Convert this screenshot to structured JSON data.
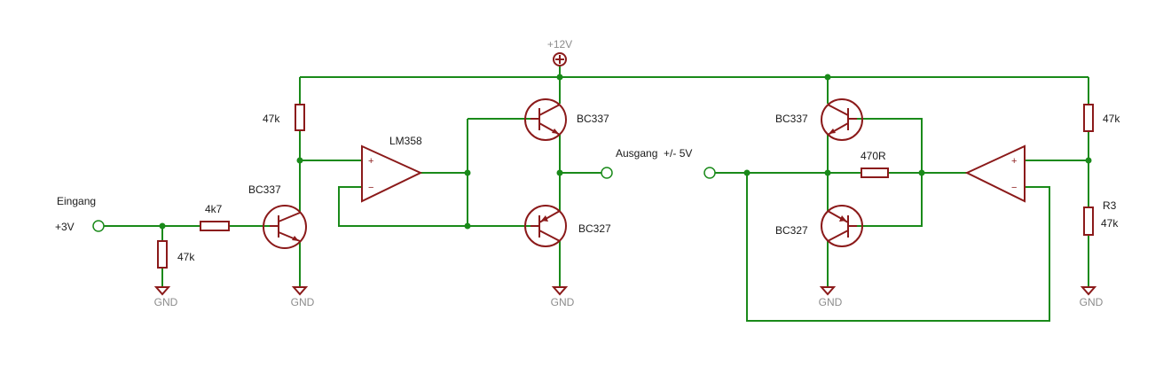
{
  "colors": {
    "wire": "#1a8a1a",
    "component": "#8b1a1a",
    "label": "#1a1a1a",
    "net_label": "#8c8c8c"
  },
  "labels": {
    "supply": "+12V",
    "input_name": "Eingang",
    "input_voltage": "+3V",
    "output": "Ausgang  +/- 5V",
    "gnd": "GND",
    "r_47k": "47k",
    "r_4k7": "4k7",
    "r_470r": "470R",
    "r3_name": "R3",
    "bc337": "BC337",
    "bc327": "BC327",
    "lm358": "LM358",
    "plus": "+",
    "minus": "−"
  }
}
